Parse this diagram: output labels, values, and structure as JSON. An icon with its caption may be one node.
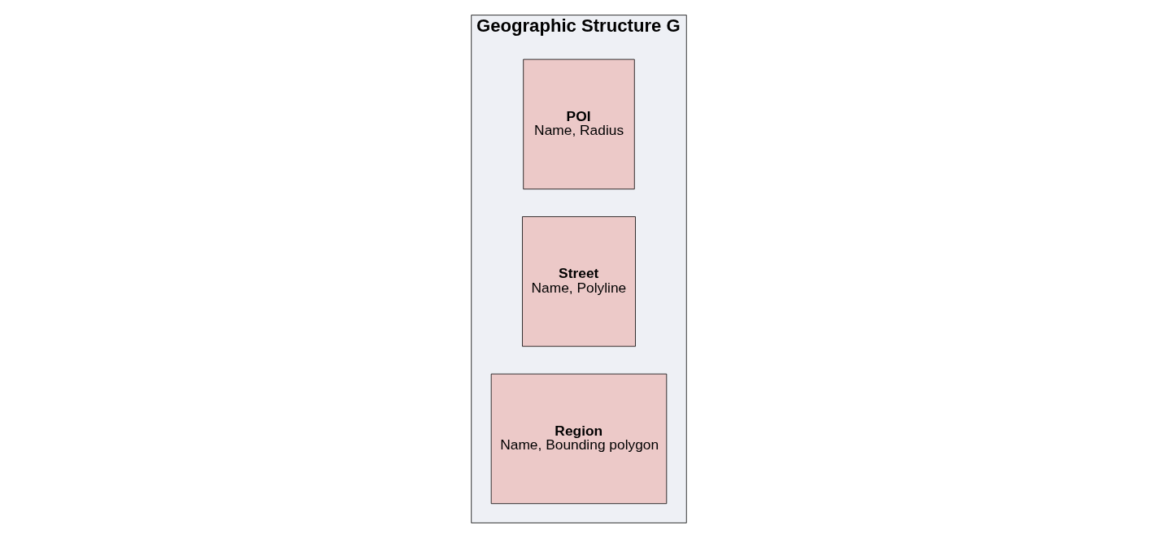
{
  "diagram": {
    "nodes": [
      {
        "text": [
          "Geographic Structure G"
        ]
      },
      {
        "text": [
          "Region",
          "Name, Bounding polygon"
        ],
        "in": 0
      },
      {
        "text": [
          "Street",
          "Name, Polyline"
        ],
        "in": 0
      },
      {
        "text": [
          "POI",
          "Name, Radius"
        ],
        "in": 0
      }
    ]
  }
}
